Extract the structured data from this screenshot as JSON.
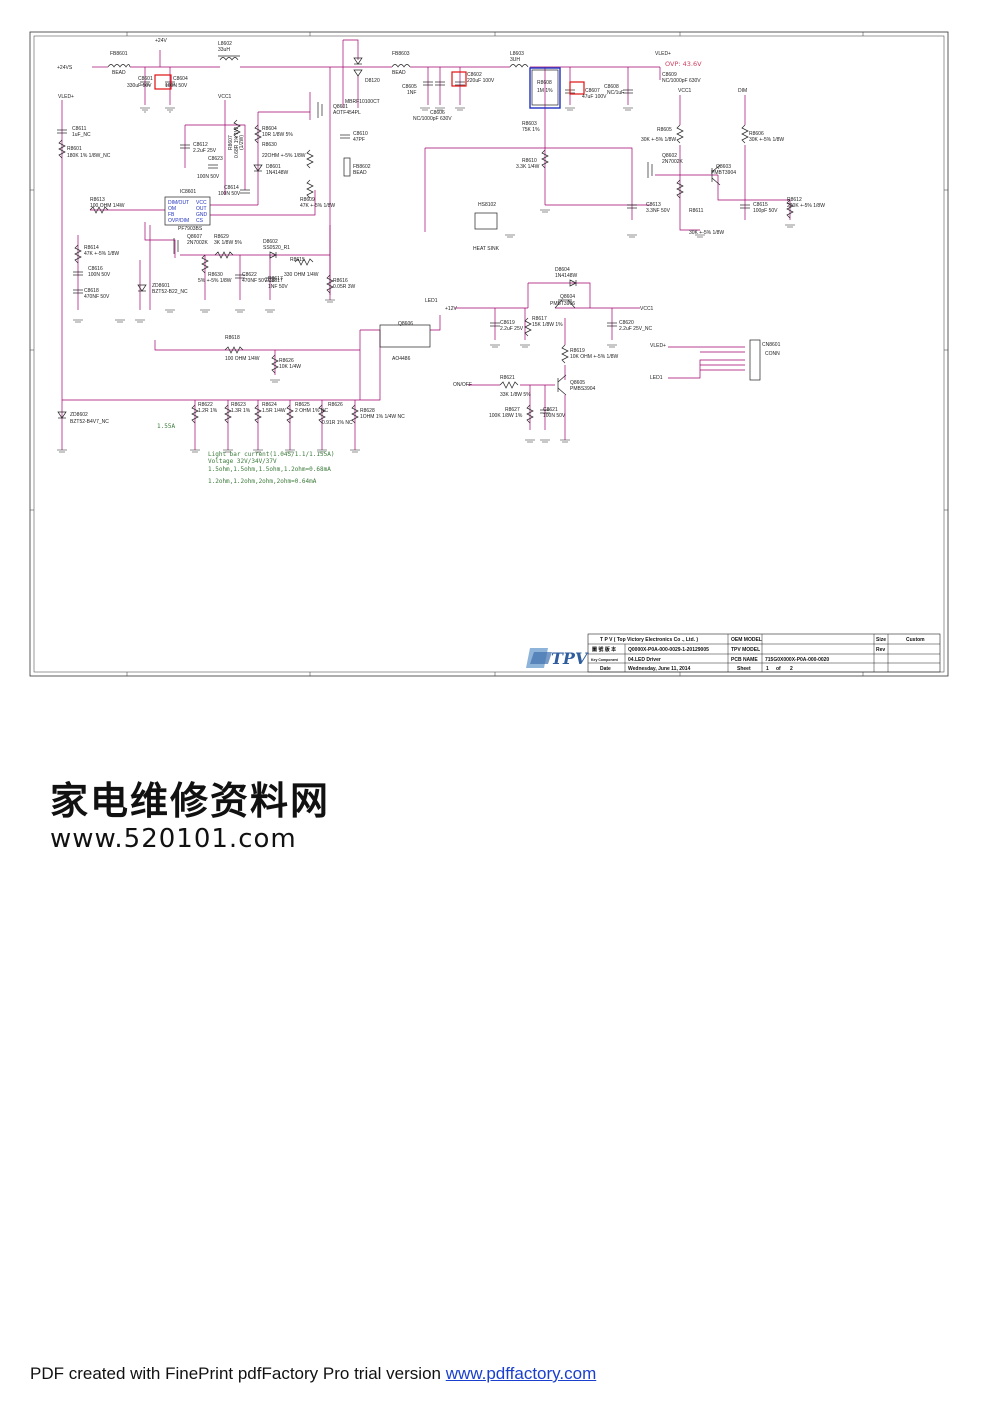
{
  "title_block": {
    "company": "T P V  ( Top    Victory    Electronics    Co .,  Ltd. )",
    "oem_model_label": "OEM MODEL",
    "size_label": "Size",
    "size_value": "Custom",
    "drawing_no_label": "圖 號 版 本",
    "drawing_no": "Q0000X-P0A-000-0029-1-20129005",
    "tpv_model_label": "TPV MODEL",
    "rev_label": "Rev",
    "key_component_label": "Key Component",
    "key_component": "04.LED Driver",
    "pcb_name_label": "PCB NAME",
    "pcb_name": "715G0X000X-P0A-000-0020",
    "date_label": "Date",
    "date": "Wednesday, June 11, 2014",
    "sheet_label": "Sheet",
    "sheet_value": "1",
    "sheet_of": "of",
    "sheet_total": "2",
    "logo": "TPV"
  },
  "notes": {
    "light_bar_1": "Light bar current(1.04S/1.1/1.155A)",
    "light_bar_2": "Voltage 32V/34V/37V",
    "light_bar_3": "1.5ohm,1.5ohm,1.5ohm,1.2ohm=0.68mA",
    "light_bar_4": "1.2ohm,1.2ohm,2ohm,2ohm=0.64mA",
    "current": "1.55A",
    "ovp": "OVP: 43.6V"
  },
  "nets": {
    "v24": "+24V",
    "v24vs": "+24VS",
    "vled": "VLED+",
    "vled2": "VLED+",
    "vled3": "VLED+",
    "vcc1a": "VCC1",
    "vcc1b": "VCC1",
    "vcc1c": "VCC1",
    "dim": "DIM",
    "v12": "+12V",
    "led1a": "LED1",
    "led1b": "LED1",
    "onoff": "ON/OFF"
  },
  "parts": {
    "fb8601": [
      "FB8601",
      "BEAD"
    ],
    "l8602": [
      "L8602",
      "33uH"
    ],
    "c8601": [
      "C8601",
      "330uF 50V"
    ],
    "c8604": [
      "C8604",
      "100N 50V"
    ],
    "fb8603": [
      "FB8603",
      "BEAD"
    ],
    "d8120": [
      "D8120"
    ],
    "mbrf": [
      "MBRF10100CT"
    ],
    "q8601": [
      "Q8601",
      "AOTF454PL"
    ],
    "c8610": [
      "C8610",
      "47PF"
    ],
    "fb8602": [
      "FB8602",
      "BEAD"
    ],
    "c8602": [
      "C8602",
      "220uF 100V"
    ],
    "c8605": [
      "C8605",
      "1NF"
    ],
    "c8606": [
      "C8606",
      "NC/1000pF 630V"
    ],
    "l8603": [
      "L8603",
      "3UH"
    ],
    "r8608": [
      "R8608",
      "1M 1%"
    ],
    "r8603": [
      "R8603",
      "75K 1%"
    ],
    "c8607": [
      "C8607",
      "47uF 100V"
    ],
    "c8608": [
      "C8608",
      "NC/1uF"
    ],
    "c8609": [
      "C8609",
      "NC/1000pF 630V"
    ],
    "c8611": [
      "C8611",
      "1uF_NC"
    ],
    "r8601": [
      "R8601",
      "180K 1% 1/8W_NC"
    ],
    "r8604": [
      "R8604",
      "10R 1/8W 5%"
    ],
    "r8607": [
      "R8607",
      "0.68R 1% 1W"
    ],
    "c8612": [
      "C8612",
      "2.2uF 25V"
    ],
    "c8623": [
      "C8623",
      "100N 50V"
    ],
    "r8630": [
      "R8630",
      "22OHM +-5% 1/8W"
    ],
    "d8601": [
      "D8601",
      "1N4148W"
    ],
    "c8614": [
      "C8614",
      "100N 50V"
    ],
    "ic8601": [
      "IC8601",
      "PF7903BS"
    ],
    "ic_pins": [
      "DIM/OUT",
      "OM",
      "FB",
      "OVP/DIM",
      "VCC",
      "OUT",
      "GND",
      "CS"
    ],
    "r8613": [
      "R8613",
      "100 OHM 1/4W"
    ],
    "r8609": [
      "R8609",
      "47K +-5% 1/8W"
    ],
    "r8610": [
      "R8610",
      "3.3K 1/4W"
    ],
    "r8605": [
      "R8605",
      "30K +-5% 1/8W"
    ],
    "q8602": [
      "Q8602",
      "2N7002K"
    ],
    "q8603": [
      "Q8603",
      "PMBT3904"
    ],
    "r8606": [
      "R8606",
      "30K +-5% 1/8W"
    ],
    "c8613": [
      "C8613",
      "3.3NF 50V"
    ],
    "r8611": [
      "R8611",
      "30K +-5% 1/8W"
    ],
    "c8615": [
      "C8615",
      "100pF 50V"
    ],
    "r8612": [
      "R8612",
      "220K +-5% 1/8W"
    ],
    "hs8102": [
      "HS8102",
      "HEAT SINK"
    ],
    "q8607": [
      "Q8607",
      "2N7002K"
    ],
    "r8629": [
      "R8629",
      "3K 1/8W 5%"
    ],
    "d8602": [
      "D8602",
      "SS0520_R1"
    ],
    "r8615": [
      "R8615"
    ],
    "r8617a": [
      "R8617",
      "330 OHM 1/4W"
    ],
    "r8614": [
      "R8614",
      "47K +-5% 1/8W"
    ],
    "c8616": [
      "C8616",
      "100N 50V"
    ],
    "c8618": [
      "C8618",
      "470NF 50V"
    ],
    "zd8601": [
      "ZD8601",
      "BZT52-B22_NC"
    ],
    "r8630b": [
      "R8630",
      "5% +-5% 1/8W"
    ],
    "c8622": [
      "C8622",
      "470NF 50V"
    ],
    "c8617": [
      "C8617",
      "1NF 50V"
    ],
    "r8616": [
      "R8616",
      "0.05R 3W"
    ],
    "d8604": [
      "D8604",
      "1N4148W"
    ],
    "q8604": [
      "Q8604",
      "PMBT3906"
    ],
    "c8619": [
      "C8619",
      "2.2uF 25V"
    ],
    "r8617": [
      "R8617",
      "15K 1/8W 1%"
    ],
    "c8620": [
      "C8620",
      "2.2uF 25V_NC"
    ],
    "r8619": [
      "R8619",
      "10K OHM +-5% 1/8W"
    ],
    "cn8601": [
      "CN8601",
      "CONN"
    ],
    "r8621": [
      "R8621",
      "33K 1/8W 5%"
    ],
    "q8605": [
      "Q8605",
      "PMBS3904"
    ],
    "r8627": [
      "R8627",
      "100K 1/8W 1%"
    ],
    "c8621": [
      "C8621",
      "100N 50V"
    ],
    "r8618": [
      "R8618",
      "100 OHM 1/4W"
    ],
    "r8626": [
      "R8626",
      "10K 1/4W"
    ],
    "q8606": [
      "Q8606",
      "AO4486"
    ],
    "zd8602": [
      "ZD8602",
      "BZT52-B4V7_NC"
    ],
    "r8622": [
      "R8622",
      "1.2R 1%"
    ],
    "r8623": [
      "R8623",
      "1.3R 1%"
    ],
    "r8624": [
      "R8624",
      "1.5R 1/4W"
    ],
    "r8625": [
      "R8625",
      "2 OHM 1% NC"
    ],
    "r8626b": [
      "R8626",
      "0.91R 1% NC"
    ],
    "r8628": [
      "R8628",
      "1OHM 1% 1/4W NC"
    ],
    "junk_hint": "(1/2W)"
  },
  "watermark": {
    "cn": "家电维修资料网",
    "url": "www.520101.com"
  },
  "footer": {
    "text": "PDF created with FinePrint pdfFactory Pro trial version ",
    "link": "www.pdffactory.com"
  }
}
